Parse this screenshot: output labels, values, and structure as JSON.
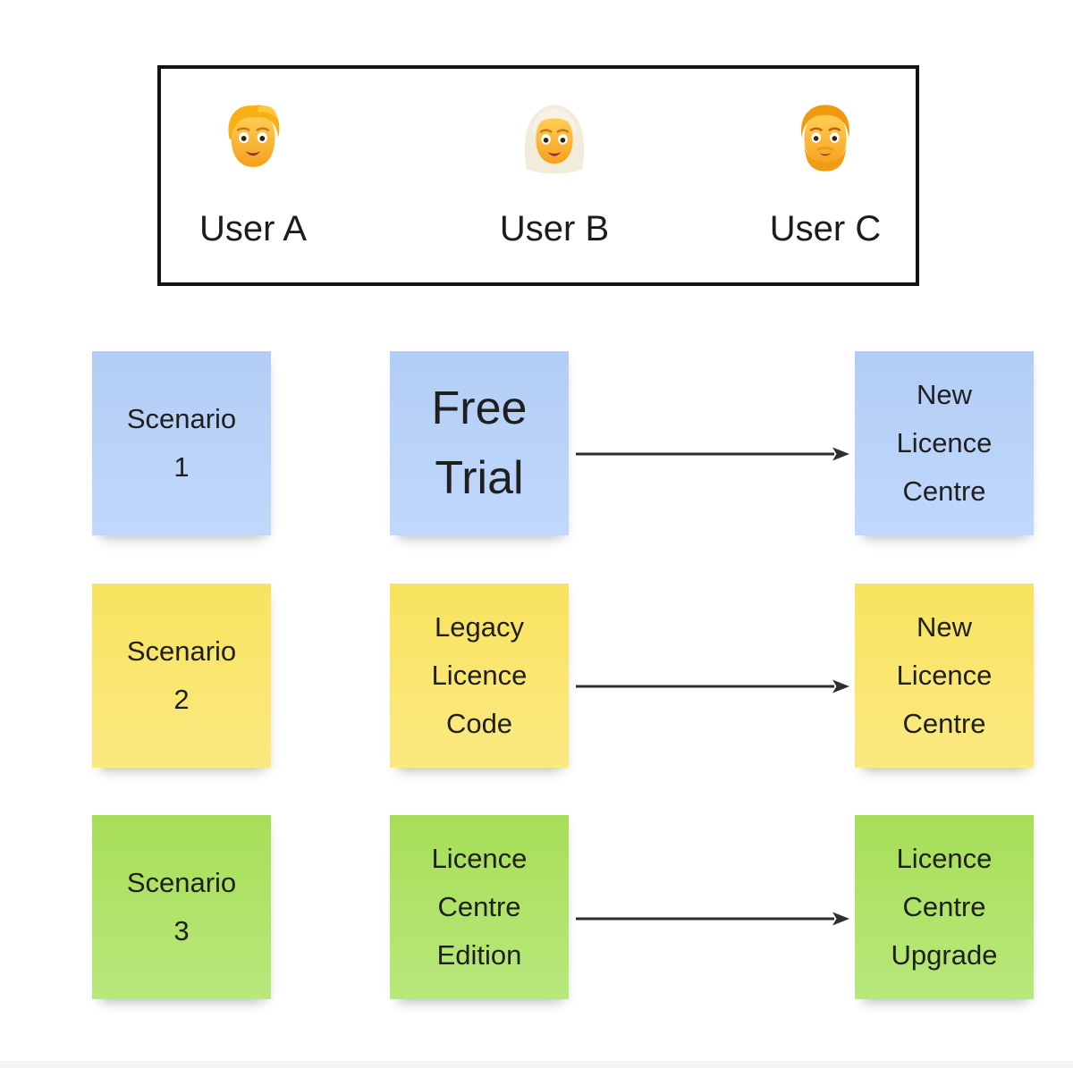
{
  "frame": {
    "users": [
      {
        "label": "User A",
        "avatar": "person-gold-hair"
      },
      {
        "label": "User B",
        "avatar": "person-white-hair"
      },
      {
        "label": "User C",
        "avatar": "person-beard"
      }
    ]
  },
  "rows": [
    {
      "theme": "blue",
      "scenario": "Scenario\n1",
      "source": "Free\nTrial",
      "target": "New\nLicence\nCentre"
    },
    {
      "theme": "yellow",
      "scenario": "Scenario\n2",
      "source": "Legacy\nLicence\nCode",
      "target": "New\nLicence\nCentre"
    },
    {
      "theme": "green",
      "scenario": "Scenario\n3",
      "source": "Licence\nCentre\nEdition",
      "target": "Licence\nCentre\nUpgrade"
    }
  ],
  "arrows": [
    {
      "from": "Free Trial",
      "to": "New Licence Centre"
    },
    {
      "from": "Legacy Licence Code",
      "to": "New Licence Centre"
    },
    {
      "from": "Licence Centre Edition",
      "to": "Licence Centre Upgrade"
    }
  ],
  "colors": {
    "note_blue_top": "#B2CDF5",
    "note_blue_bottom": "#C0D8FB",
    "note_yellow_top": "#F8E35F",
    "note_yellow_bottom": "#FBE981",
    "note_green_top": "#A7DE58",
    "note_green_bottom": "#B8E87B",
    "frame_border": "#141414",
    "arrow": "#2E2E2E",
    "text": "#1F1F1F",
    "background": "#FFFFFF"
  }
}
